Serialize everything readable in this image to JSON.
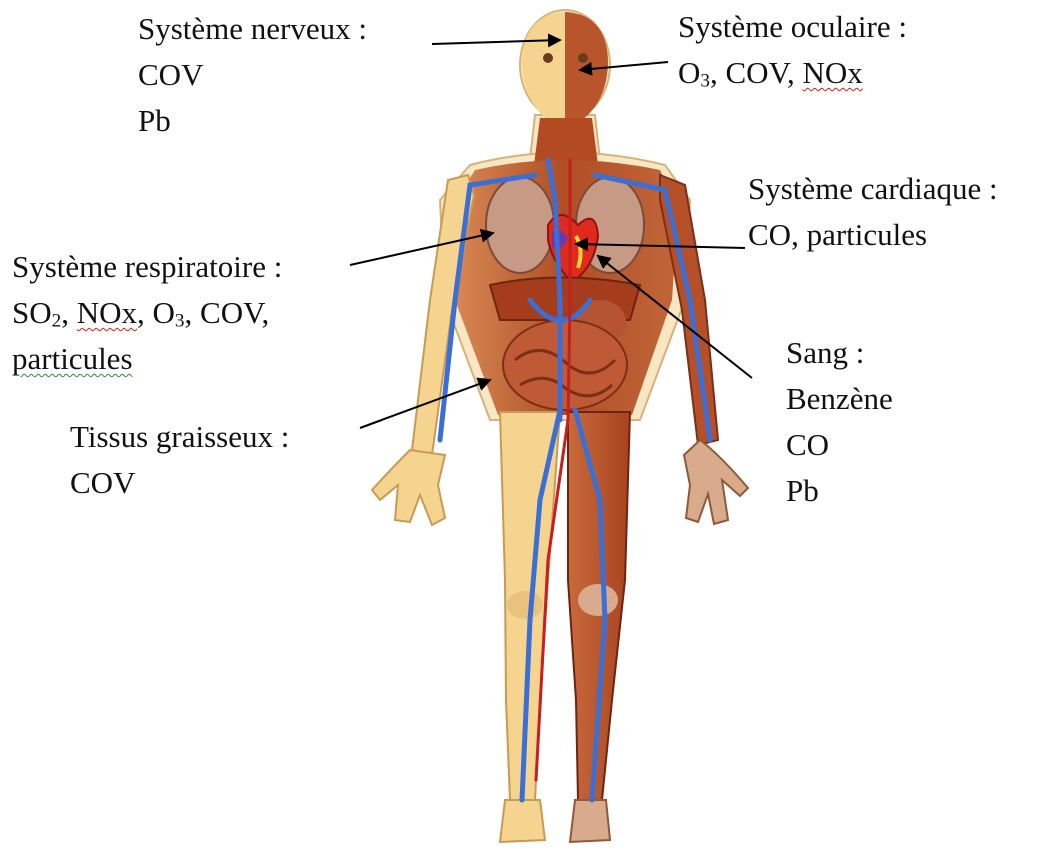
{
  "labels": {
    "nerveux": {
      "title": "Système nerveux :",
      "lines": [
        "COV",
        "Pb"
      ]
    },
    "oculaire": {
      "title": "Système oculaire :",
      "o3_o": "O",
      "o3_sub": "3",
      "rest": ", COV, ",
      "nox": "NOx"
    },
    "cardiaque": {
      "title": "Système cardiaque :",
      "lines": [
        "CO, particules"
      ]
    },
    "respiratoire": {
      "title": "Système respiratoire :",
      "so": "SO",
      "so_sub": "2",
      "sep1": ", ",
      "nox": "NOx",
      "sep2": ", ",
      "o3_o": "O",
      "o3_sub": "3",
      "sep3": ", COV,",
      "particules": "particules"
    },
    "sang": {
      "title": "Sang :",
      "lines": [
        "Benzène",
        "CO",
        "Pb"
      ]
    },
    "graisseux": {
      "title": "Tissus graisseux :",
      "lines": [
        "COV"
      ]
    }
  },
  "colors": {
    "skin": "#f3cf8f",
    "bone": "#f6dfa8",
    "muscle": "#b8522a",
    "organ": "#9c3a1f",
    "vein": "#3b6fd6",
    "artery": "#c81e1e",
    "heart": "#e02a1d",
    "arrow": "#000000"
  }
}
